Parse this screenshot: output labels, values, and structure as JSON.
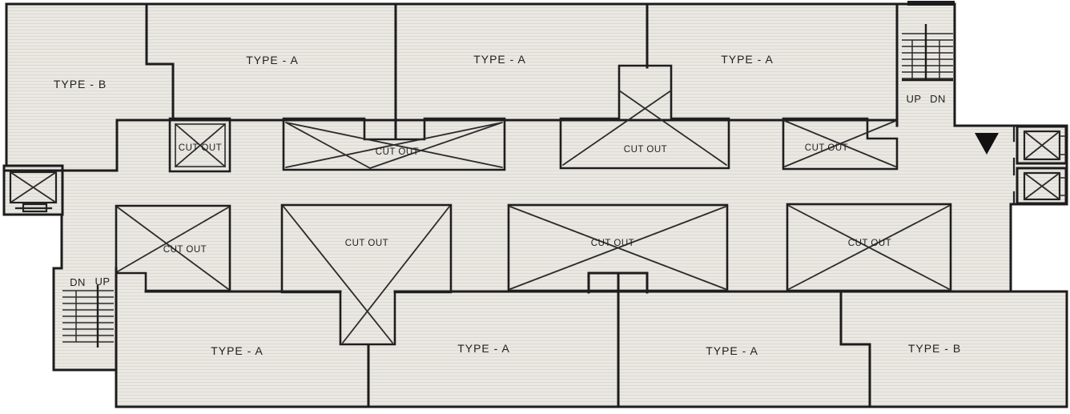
{
  "plan": {
    "unit_labels": {
      "top_b": "TYPE - B",
      "top_a1": "TYPE - A",
      "top_a2": "TYPE - A",
      "top_a3": "TYPE - A",
      "bottom_a1": "TYPE - A",
      "bottom_a2": "TYPE - A",
      "bottom_a3": "TYPE - A",
      "bottom_b": "TYPE - B"
    },
    "cutout_label": "CUT OUT",
    "stairs": {
      "up": "UP",
      "dn": "DN"
    },
    "colors": {
      "paper": "#eae8e3",
      "scanline": "#dcd9d2",
      "wall": "#1c1c1c",
      "outside": "#ffffff"
    }
  }
}
